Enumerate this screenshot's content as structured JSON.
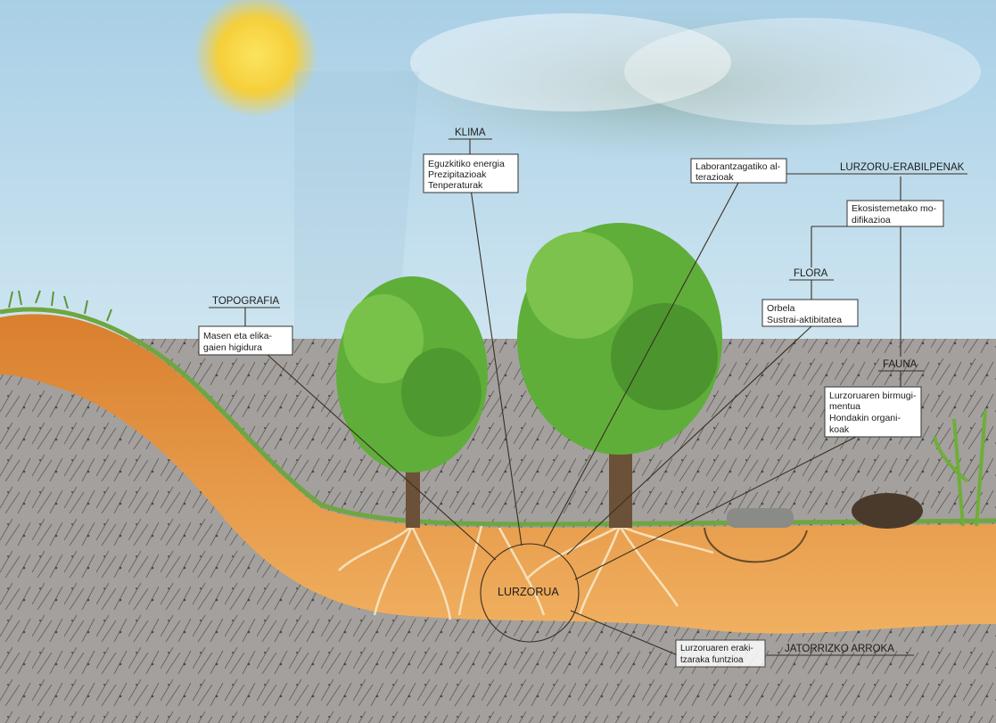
{
  "labels": {
    "klima_title": "KLIMA",
    "klima_lines": [
      "Eguzkitiko energia",
      "Prezipitazioak",
      "Tenperaturak"
    ],
    "topografia_title": "TOPOGRAFIA",
    "topografia_lines": [
      "Masen eta elika-",
      "gaien higidura"
    ],
    "laborantza_lines": [
      "Laborantzagatiko al-",
      "terazioak"
    ],
    "erabilpenak_title": "LURZORU-ERABILPENAK",
    "ekosistema_lines": [
      "Ekosistemetako mo-",
      "difikazioa"
    ],
    "flora_title": "FLORA",
    "flora_lines": [
      "Orbela",
      "Sustrai-aktibitatea"
    ],
    "fauna_title": "FAUNA",
    "fauna_lines": [
      "Lurzoruaren birmugi-",
      "mentua",
      "Hondakin organi-",
      "koak"
    ],
    "center": "LURZORUA",
    "parent_lines": [
      "Lurzoruaren eraki-",
      "tzaraka funtzioa"
    ],
    "arroka": "JATORRIZKO ARROKA"
  },
  "colors": {
    "sky_top": "#b9d8ea",
    "sun": "#f8d84a",
    "soil": "#e89a45",
    "rock": "#9c9a98",
    "foliage": "#5fae3a",
    "trunk": "#6b5138"
  }
}
